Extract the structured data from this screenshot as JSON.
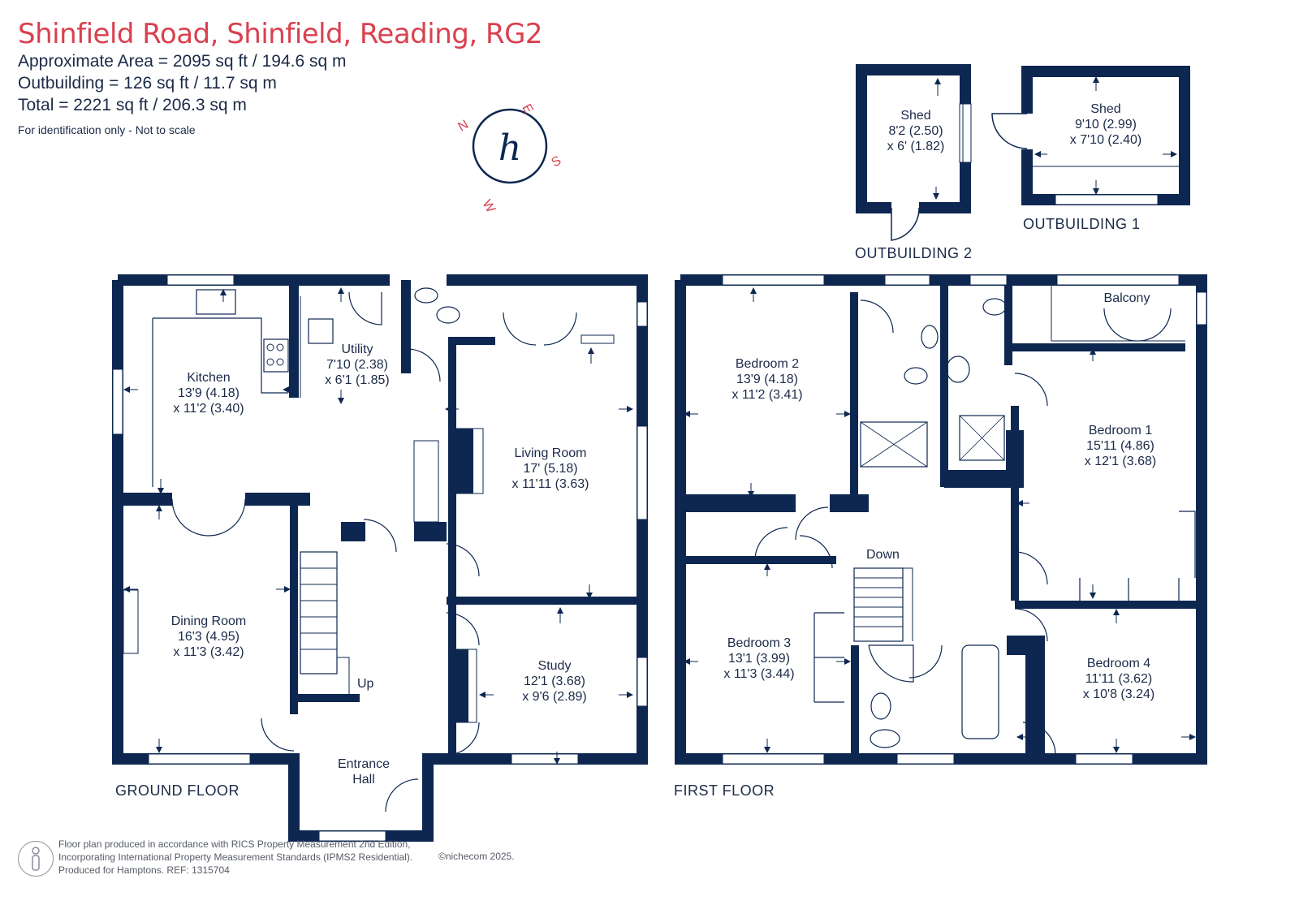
{
  "header": {
    "title": "Shinfield Road, Shinfield, Reading, RG2",
    "approx_area": "Approximate Area = 2095 sq ft / 194.6 sq m",
    "outbuilding_area": "Outbuilding = 126 sq ft / 11.7 sq m",
    "total_area": "Total = 2221 sq ft / 206.3 sq m",
    "disclaimer": "For identification only - Not to scale"
  },
  "compass": {
    "n": "N",
    "e": "E",
    "s": "S",
    "w": "W",
    "logo": "h"
  },
  "outbuilding1": {
    "label": "OUTBUILDING 1",
    "room": {
      "name": "Shed",
      "dim1": "9'10 (2.99)",
      "dim2": "x 7'10 (2.40)"
    }
  },
  "outbuilding2": {
    "label": "OUTBUILDING 2",
    "room": {
      "name": "Shed",
      "dim1": "8'2 (2.50)",
      "dim2": "x 6' (1.82)"
    }
  },
  "ground_floor": {
    "label": "GROUND FLOOR",
    "kitchen": {
      "name": "Kitchen",
      "dim1": "13'9 (4.18)",
      "dim2": "x 11'2 (3.40)"
    },
    "utility": {
      "name": "Utility",
      "dim1": "7'10 (2.38)",
      "dim2": "x 6'1 (1.85)"
    },
    "living": {
      "name": "Living Room",
      "dim1": "17' (5.18)",
      "dim2": "x 11'11 (3.63)"
    },
    "dining": {
      "name": "Dining Room",
      "dim1": "16'3 (4.95)",
      "dim2": "x 11'3 (3.42)"
    },
    "study": {
      "name": "Study",
      "dim1": "12'1 (3.68)",
      "dim2": "x 9'6 (2.89)"
    },
    "hall": {
      "line1": "Entrance",
      "line2": "Hall"
    },
    "up": "Up"
  },
  "first_floor": {
    "label": "FIRST FLOOR",
    "bed2": {
      "name": "Bedroom 2",
      "dim1": "13'9 (4.18)",
      "dim2": "x 11'2 (3.41)"
    },
    "bed1": {
      "name": "Bedroom 1",
      "dim1": "15'11 (4.86)",
      "dim2": "x 12'1 (3.68)"
    },
    "bed3": {
      "name": "Bedroom 3",
      "dim1": "13'1 (3.99)",
      "dim2": "x 11'3 (3.44)"
    },
    "bed4": {
      "name": "Bedroom 4",
      "dim1": "11'11 (3.62)",
      "dim2": "x 10'8 (3.24)"
    },
    "balcony": "Balcony",
    "down": "Down"
  },
  "footer": {
    "line1": "Floor plan produced in accordance with RICS Property Measurement 2nd Edition,",
    "line2": "Incorporating International Property Measurement Standards (IPMS2 Residential).",
    "line3": "Produced for Hamptons.   REF:  1315704",
    "copyright": "©nichecom 2025."
  },
  "colors": {
    "wall": "#0d2750",
    "accent": "#d9414f",
    "text": "#1b2a48"
  }
}
